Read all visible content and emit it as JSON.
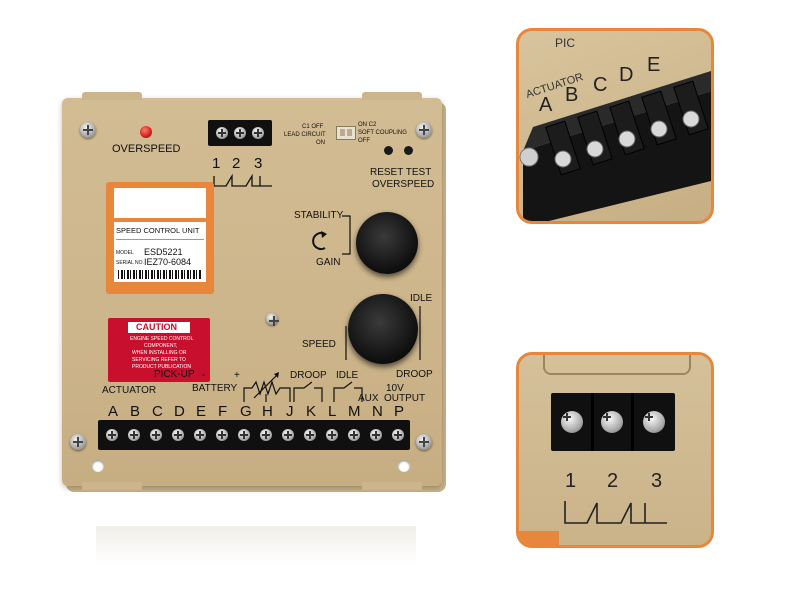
{
  "unit": {
    "overspeed_label": "OVERSPEED",
    "top_terminal_numbers": [
      "1",
      "2",
      "3"
    ],
    "c1_label": "C1  OFF",
    "lead_circuit_label": "LEAD CIRCUIT",
    "on_label": "ON",
    "on_c2_label": "ON     C2",
    "soft_coupling_label": "SOFT COUPLING",
    "off_label": "OFF",
    "reset_label": "RESET TEST",
    "overspeed_button_label": "OVERSPEED",
    "stability_label": "STABILITY",
    "gain_label": "GAIN",
    "idle_label": "IDLE",
    "speed_label": "SPEED",
    "droop_label": "DROOP",
    "nameplate": {
      "title": "SPEED CONTROL UNIT",
      "model_label": "MODEL",
      "model_value": "ESD5221",
      "serial_label": "SERIAL NO.",
      "serial_value": "IEZ70-6084"
    },
    "caution": {
      "title": "CAUTION",
      "text_lines": [
        "ENGINE SPEED CONTROL",
        "COMPONENT,",
        "WHEN INSTALLING OR",
        "SERVICING REFER TO",
        "PRODUCT PUBLICATION"
      ]
    },
    "bottom_labels": {
      "actuator": "ACTUATOR",
      "pick_up": "PICK-UP",
      "battery": "BATTERY",
      "minus": "-",
      "plus": "+",
      "droop": "DROOP",
      "idle": "IDLE",
      "aux": "AUX",
      "ten_v": "10V",
      "output": "OUTPUT"
    },
    "terminal_letters": [
      "A",
      "B",
      "C",
      "D",
      "E",
      "F",
      "G",
      "H",
      "J",
      "K",
      "L",
      "M",
      "N",
      "P"
    ]
  },
  "inset_top": {
    "letters": [
      "A",
      "B",
      "C",
      "D",
      "E"
    ],
    "actuator_label": "ACTUATOR",
    "pick_label": "PIC"
  },
  "inset_bottom": {
    "numbers": [
      "1",
      "2",
      "3"
    ]
  },
  "colors": {
    "panel": "#cdb58b",
    "inset_border": "#e8863b",
    "caution_red": "#c8102e",
    "led_red": "#d0201a"
  }
}
